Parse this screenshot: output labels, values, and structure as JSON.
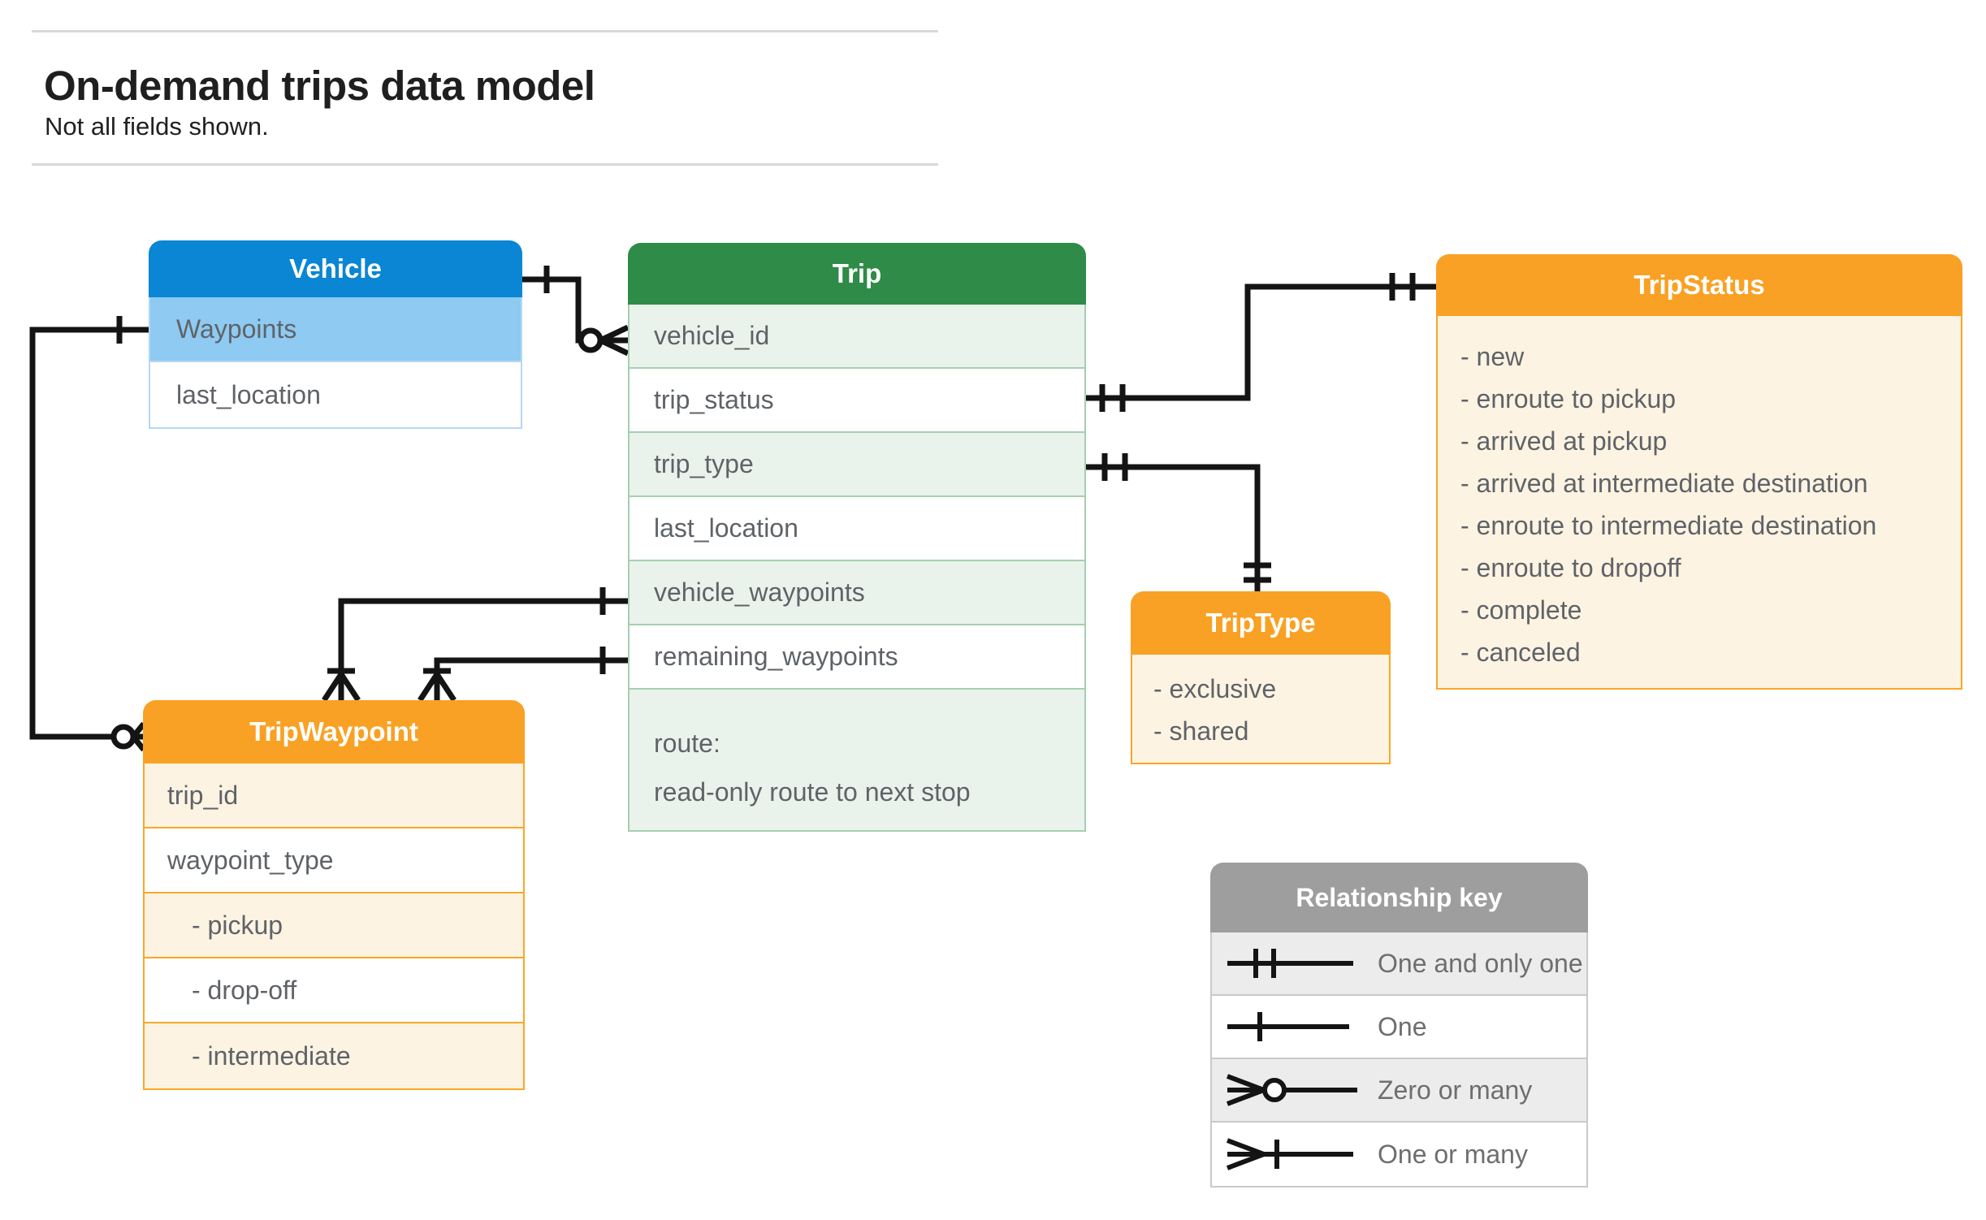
{
  "page": {
    "title": "On-demand trips data model",
    "subtitle": "Not all fields shown."
  },
  "entities": {
    "vehicle": {
      "title": "Vehicle",
      "rows": [
        "Waypoints",
        "last_location"
      ]
    },
    "trip": {
      "title": "Trip",
      "rows": [
        "vehicle_id",
        "trip_status",
        "trip_type",
        "last_location",
        "vehicle_waypoints",
        "remaining_waypoints"
      ],
      "route_line1": "route:",
      "route_line2": "read-only route to next stop"
    },
    "trip_status": {
      "title": "TripStatus",
      "items": [
        "- new",
        "- enroute to pickup",
        "- arrived at pickup",
        "- arrived at intermediate destination",
        "- enroute to intermediate destination",
        "- enroute to dropoff",
        "- complete",
        "- canceled"
      ]
    },
    "trip_type": {
      "title": "TripType",
      "items": [
        "- exclusive",
        "- shared"
      ]
    },
    "trip_waypoint": {
      "title": "TripWaypoint",
      "rows": [
        "trip_id",
        "waypoint_type",
        "- pickup",
        "- drop-off",
        "- intermediate"
      ]
    }
  },
  "legend": {
    "title": "Relationship key",
    "rows": [
      {
        "symbol": "one-and-only-one",
        "label": "One and only one"
      },
      {
        "symbol": "one",
        "label": "One"
      },
      {
        "symbol": "zero-or-many",
        "label": "Zero or many"
      },
      {
        "symbol": "one-or-many",
        "label": "One or many"
      }
    ]
  },
  "colors": {
    "vehicle_header": "#0a86d4",
    "vehicle_highlight_row": "#8ecaf1",
    "trip_header": "#2e8b48",
    "trip_row_tint": "#e9f3ec",
    "orange_header": "#f9a124",
    "orange_row_tint": "#fdf3e2",
    "legend_header": "#9e9e9e",
    "legend_row_tint": "#ececec",
    "field_text": "#5f6368",
    "connector": "#141414"
  }
}
